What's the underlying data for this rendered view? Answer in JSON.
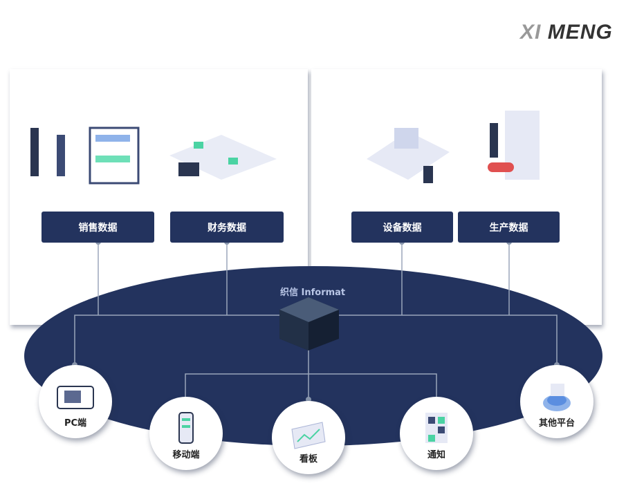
{
  "logo": {
    "text": "XI MENG",
    "part1": "XI",
    "part2": "MENG"
  },
  "core": {
    "label": "织信 Informat"
  },
  "sources": [
    {
      "label": "销售数据"
    },
    {
      "label": "财务数据"
    },
    {
      "label": "设备数据"
    },
    {
      "label": "生产数据"
    }
  ],
  "outputs": [
    {
      "label": "PC端",
      "icon": "monitor-icon"
    },
    {
      "label": "移动端",
      "icon": "mobile-icon"
    },
    {
      "label": "看板",
      "icon": "dashboard-icon"
    },
    {
      "label": "通知",
      "icon": "notification-icon"
    },
    {
      "label": "其他平台",
      "icon": "platform-icon"
    }
  ],
  "colors": {
    "navy": "#23335e",
    "line": "#9aa6ba"
  }
}
